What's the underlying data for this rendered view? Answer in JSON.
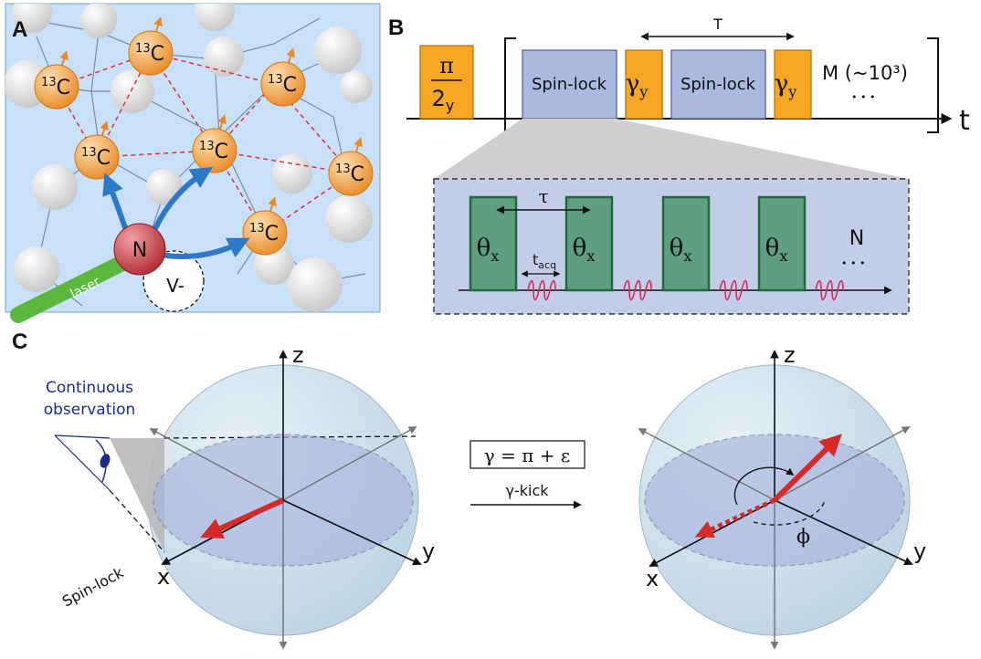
{
  "panel_a": {
    "letter": "A",
    "carbon_mass": "13",
    "carbon_symbol": "C",
    "nitrogen_label": "N",
    "vacancy_label": "V-",
    "laser_label": "laser"
  },
  "panel_b": {
    "letter": "B",
    "pi_num": "π",
    "pi_den": "2",
    "pi_sub": "y",
    "spinlock_label": "Spin-lock",
    "gamma_label": "γ",
    "gamma_sub": "y",
    "period_label": "T",
    "repeat_label": "M (~10³)",
    "repeat_dots": "• • •",
    "time_axis_label": "t",
    "theta_label": "θ",
    "theta_sub": "x",
    "tau_label": "τ",
    "tacq_label": "t",
    "tacq_sub": "acq",
    "n_label": "N",
    "n_dots": "• • •"
  },
  "panel_c": {
    "letter": "C",
    "observation_line1": "Continuous",
    "observation_line2": "observation",
    "spinlock_label": "Spin-lock",
    "axis_x": "x",
    "axis_y": "y",
    "axis_z": "z",
    "kick_formula": "γ = π + ε",
    "kick_label": "γ-kick",
    "phi_label": "ϕ"
  },
  "colors": {
    "background_a": "#c8e0f8",
    "carbon": "#f0a040",
    "nitrogen": "#c0303a",
    "laser": "#5cb83c",
    "spinlock": "#a9b9e0",
    "gamma_pulse": "#f5a623",
    "theta_pulse": "#5f9e80",
    "spin_arrow": "#d42a2a",
    "kick_arrow": "#2e78c8"
  }
}
